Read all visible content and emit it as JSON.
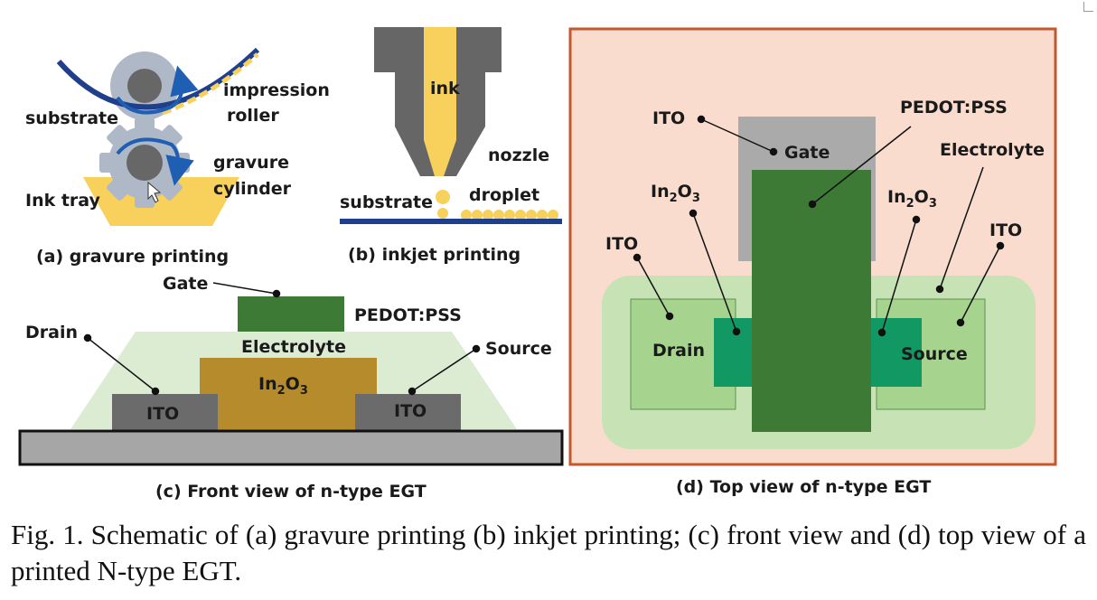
{
  "panel_a": {
    "substrate": "substrate",
    "impression_1": "impression",
    "impression_2": "roller",
    "gravure_1": "gravure",
    "gravure_2": "cylinder",
    "ink_tray": "Ink tray",
    "caption": "(a) gravure printing"
  },
  "panel_b": {
    "ink": "ink",
    "nozzle": "nozzle",
    "substrate": "substrate",
    "droplet": "droplet",
    "caption": "(b) inkjet printing"
  },
  "panel_c": {
    "gate": "Gate",
    "pedot": "PEDOT:PSS",
    "electrolyte": "Electrolyte",
    "drain": "Drain",
    "source": "Source",
    "in2o3": "In",
    "in2o3_sub": "2",
    "in2o3_o": "O",
    "in2o3_sub2": "3",
    "ito_left": "ITO",
    "ito_right": "ITO",
    "caption": "(c) Front view of n-type EGT"
  },
  "panel_d": {
    "ito_top": "ITO",
    "pedot": "PEDOT:PSS",
    "gate": "Gate",
    "electrolyte": "Electrolyte",
    "in2o3_left": "In",
    "in2o3_right": "In",
    "sub2": "2",
    "o": "O",
    "sub3": "3",
    "ito_left": "ITO",
    "ito_right": "ITO",
    "drain": "Drain",
    "source": "Source",
    "caption": "(d) Top view of n-type EGT"
  },
  "caption": {
    "text": "Fig. 1.  Schematic of (a) gravure printing (b) inkjet printing; (c) front view and (d) top view of a printed N-type EGT."
  },
  "colors": {
    "roller_gray": "#aeb8c6",
    "ink_yellow": "#f7d15c",
    "substrate_blue": "#1f3f8c",
    "pedot_green": "#3d7a35",
    "electrolyte_green": "#c7e3b5",
    "in2o3_brown": "#b58b2c",
    "ito_gray": "#6b6b6b",
    "panel_d_bg": "#f9dccd",
    "panel_d_border": "#c3572d",
    "channel_teal": "#129862"
  }
}
